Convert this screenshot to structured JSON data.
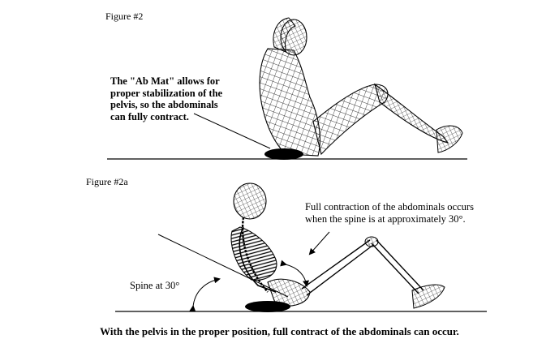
{
  "figure1": {
    "label": "Figure #2",
    "annotation_lines": [
      "The \"Ab Mat\" allows for",
      "proper stabilization of the",
      "pelvis, so the abdominals",
      "can fully contract."
    ]
  },
  "figure2": {
    "label": "Figure #2a",
    "annotation_lines": [
      "Full contraction of the abdominals occurs",
      "when the spine is at approximately 30°."
    ],
    "spine_label": "Spine at 30°"
  },
  "caption": "With the pelvis in the proper position, full contract of the abdominals can occur.",
  "colors": {
    "ink": "#000000",
    "background": "#ffffff"
  }
}
